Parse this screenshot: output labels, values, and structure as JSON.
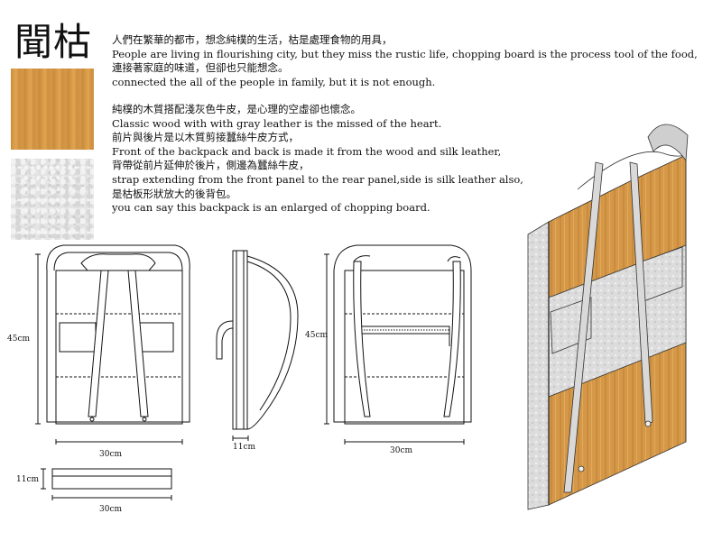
{
  "title": "聞枯",
  "paragraph1": [
    "人們在繁華的都市，想念純樸的生活，枯是處理食物的用具，",
    "People are living in flourishing city, but they miss the rustic life, chopping board is the process tool of the food,",
    "連接著家庭的味道，但卻也只能想念。",
    "connected the all of the people in family, but it is not enough."
  ],
  "paragraph2": [
    "純樸的木質搭配淺灰色牛皮，是心理的空虛卻也懷念。",
    "Classic wood with with gray leather is the missed of the heart.",
    "前片與後片是以木質剪接蠶絲牛皮方式，",
    "Front of the backpack and back is made it from the wood and silk leather,",
    "背帶從前片延伸於後片，側邊為蠶絲牛皮，",
    "strap extending from the front panel to the rear panel,side is silk leather also,",
    "是枯板形狀放大的後背包。",
    "you can say this backpack is an enlarged of chopping board."
  ],
  "materials": {
    "wood": "wood-texture",
    "felt": "gray-felt-leather-texture"
  },
  "colors": {
    "wood": "#d59848",
    "felt": "#dedede",
    "line": "#111111"
  },
  "dimensions": {
    "front_height": "45cm",
    "front_width": "30cm",
    "side_width": "11cm",
    "back_height": "45cm",
    "back_width": "30cm",
    "top_depth": "11cm",
    "top_width": "30cm"
  }
}
